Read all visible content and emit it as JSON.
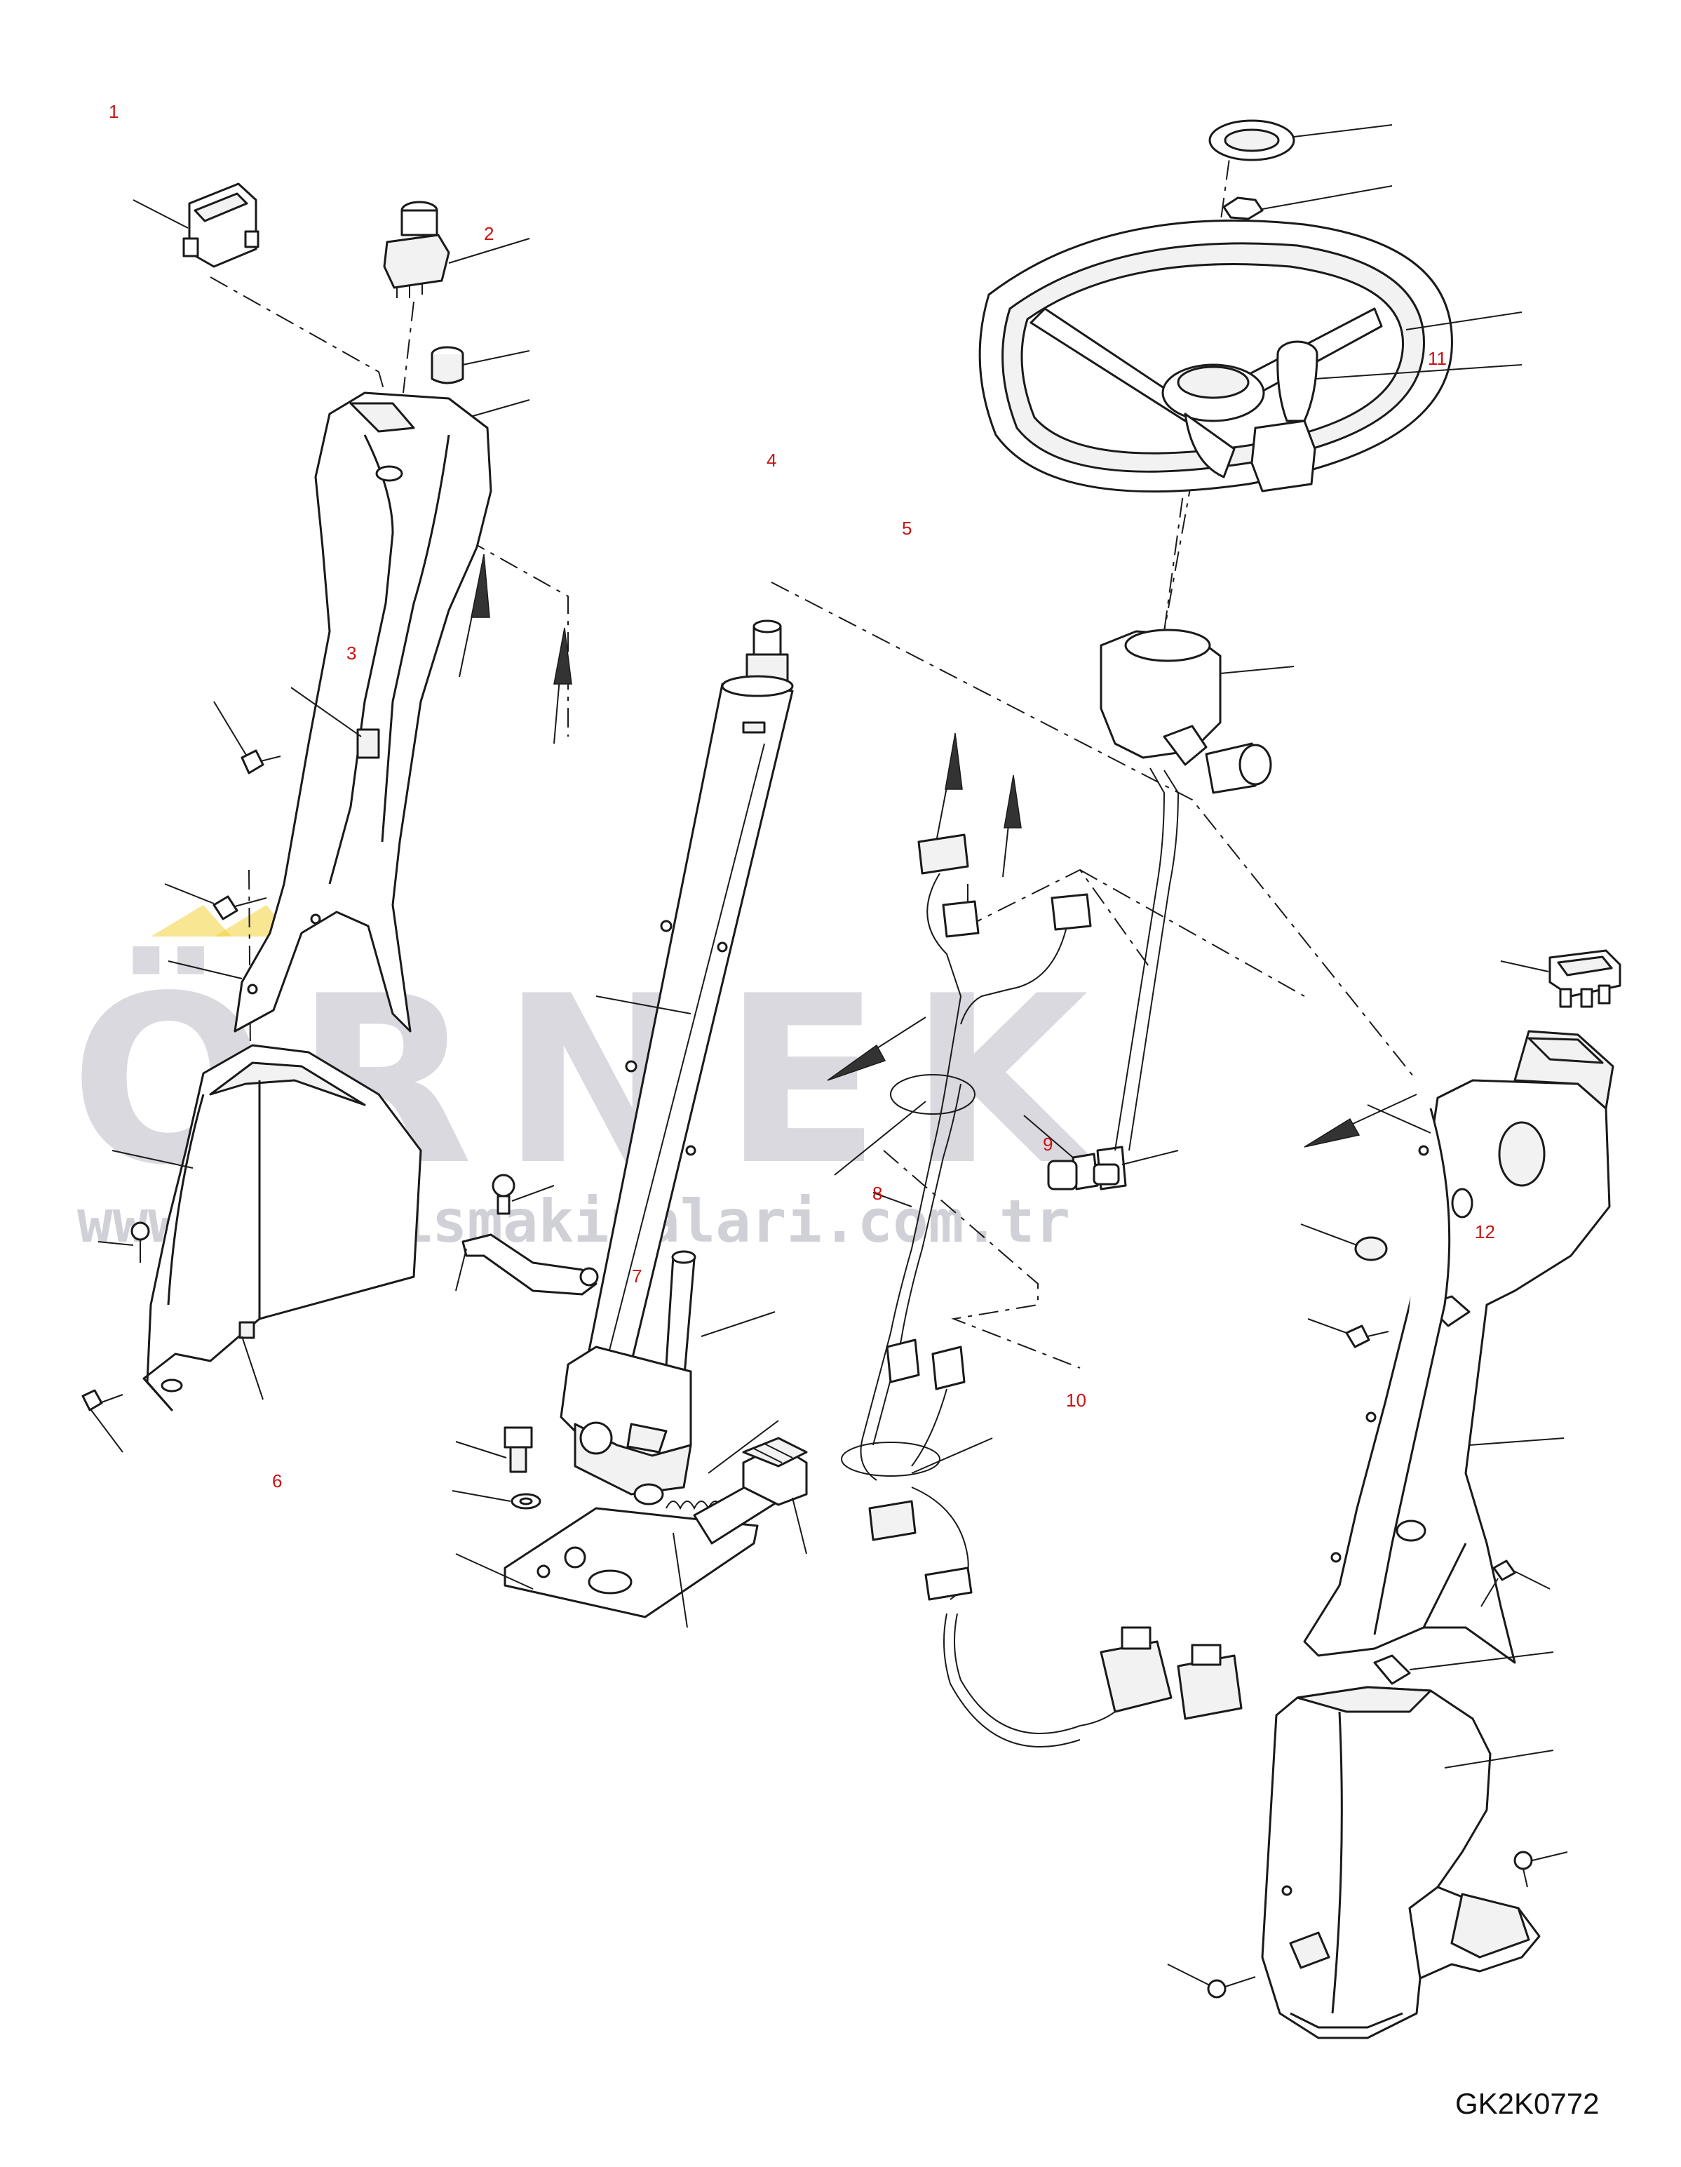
{
  "drawing": {
    "reference_code": "GK2K0772"
  },
  "callouts": [
    {
      "id": "1",
      "label": "1"
    },
    {
      "id": "2",
      "label": "2"
    },
    {
      "id": "3",
      "label": "3"
    },
    {
      "id": "4",
      "label": "4"
    },
    {
      "id": "5",
      "label": "5"
    },
    {
      "id": "6",
      "label": "6"
    },
    {
      "id": "7",
      "label": "7"
    },
    {
      "id": "8",
      "label": "8"
    },
    {
      "id": "9",
      "label": "9"
    },
    {
      "id": "10",
      "label": "10"
    },
    {
      "id": "11",
      "label": "11"
    },
    {
      "id": "12",
      "label": "12"
    }
  ],
  "watermark": {
    "brand": "ÖRNEK",
    "url": "www.ornekismakinalari.com.tr"
  },
  "colors": {
    "callout": "#cc1111",
    "line": "#1a1a1a",
    "watermark": "#8a8a9a",
    "watermark_accent": "#f2d23a"
  }
}
